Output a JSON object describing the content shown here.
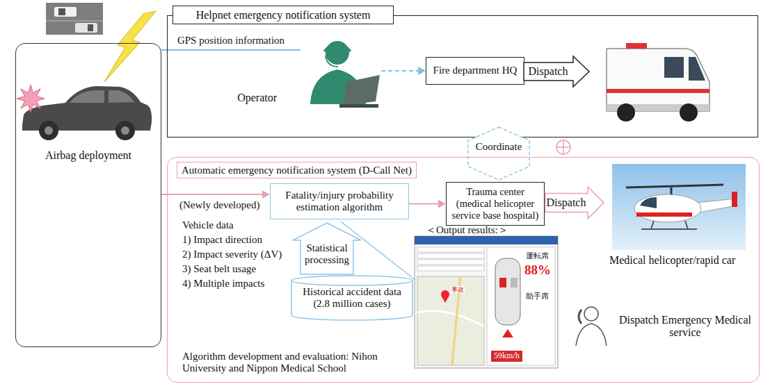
{
  "diagram": {
    "nodes": [
      {
        "text": [
          "Airbag deployment"
        ]
      },
      {
        "text": [
          "Helpnet emergency notification system"
        ]
      },
      {
        "text": [
          "Operator"
        ],
        "in": 1
      },
      {
        "text": [
          "Fire department HQ"
        ],
        "in": 1
      },
      {
        "text": [
          "Dispatch"
        ],
        "in": 1
      },
      {
        "text": [
          "Coordinate"
        ]
      },
      {
        "text": [
          "Automatic emergency notification system (D-Call Net)"
        ]
      },
      {
        "text": [
          "Fatality/injury probability estimation algorithm"
        ],
        "in": 6
      },
      {
        "text": [
          "Statistical processing"
        ],
        "in": 6
      },
      {
        "text": [
          "Historical accident data (2.8 million cases)"
        ],
        "in": 6
      },
      {
        "text": [
          "Trauma center (medical helicopter service base hospital)"
        ],
        "in": 6
      },
      {
        "text": [
          "Dispatch"
        ],
        "in": 6
      }
    ],
    "edges": [
      {
        "from": 0,
        "to": 2,
        "arrow": "none",
        "label": "GPS position information"
      },
      {
        "from": 2,
        "to": 3,
        "arrow": "to"
      },
      {
        "from": 0,
        "to": 7,
        "arrow": "to"
      },
      {
        "from": 7,
        "to": 10,
        "arrow": "to"
      }
    ],
    "labels": [
      "(Newly developed)",
      "Vehicle data",
      "1) Impact direction",
      "2) Impact severity (ΔV)",
      "3) Seat belt usage",
      "4) Multiple impacts",
      "＜Output results:＞",
      "事故",
      "運転席",
      "88%",
      "助手席",
      "59km/h",
      "Medical helicopter/rapid car",
      "Dispatch Emergency Medical service",
      "Algorithm development and evaluation: Nihon University and Nippon Medical School"
    ]
  }
}
